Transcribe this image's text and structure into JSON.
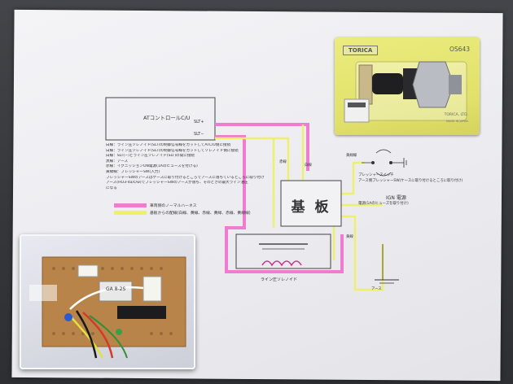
{
  "scene": {
    "description_free": true
  },
  "diagram": {
    "controller_label": "ATコントロールC/U",
    "slt_plus": "SLT+",
    "slt_minus": "SLT−",
    "board_label": "基 板",
    "coil_label": "ライン圧ソレノイド",
    "pressure_switch_label": "プレッシャースイッチ",
    "pressure_switch_note": "アース側プレッシャーSW(ケースに取り付けるところに取り付け)",
    "ign_label": "IGN 電源",
    "ign_note": "電源(1Aのヒューズを取り付け)",
    "earth_label": "アース",
    "wire_white": "白線",
    "wire_yellow": "黄線",
    "wire_red": "赤線",
    "wire_yellow2": "黄緑線",
    "notes": [
      "白線：ライン圧ソレノイド(SLT)の制御信号線をカットしてATC/U側に接続",
      "白線：ライン圧ソレノイド(SLT)の制御信号線をカットしてソレノイド側に接続",
      "白線：SLT(−)とライン圧ソレノイド(SLT)の間に接続",
      "黒線：アース",
      "赤線：イグニッションON電源(1Aのヒューズを付ける)",
      "黄緑線：プレッシャーSW(入力)",
      "プレッシャーSWのアースはケースに取り付けるところでアースに落ちているところに取り付け",
      "",
      "アース(HO3-4a/c/w)でプレッシャーSWのアースが落ち、そのときの最大ライン油圧",
      "になる"
    ],
    "legend": [
      {
        "label": "車両側のノーマルハーネス",
        "color": "#f47ad0"
      },
      {
        "label": "基板からの配線(白線、黄線、赤線、黄緑、赤線、黄緑線)",
        "color": "#eef06a"
      }
    ]
  },
  "sensor_card": {
    "brand": "TORICA",
    "code": "OS643",
    "maker": "TORICA, LTD.",
    "made_in": "MADE IN JAPAN"
  },
  "device": {
    "chip_label": "GA 8-2S"
  },
  "colors": {
    "pink_wire": "#f07cd2",
    "yellow_wire": "#eef06a",
    "ink": "#333333"
  }
}
